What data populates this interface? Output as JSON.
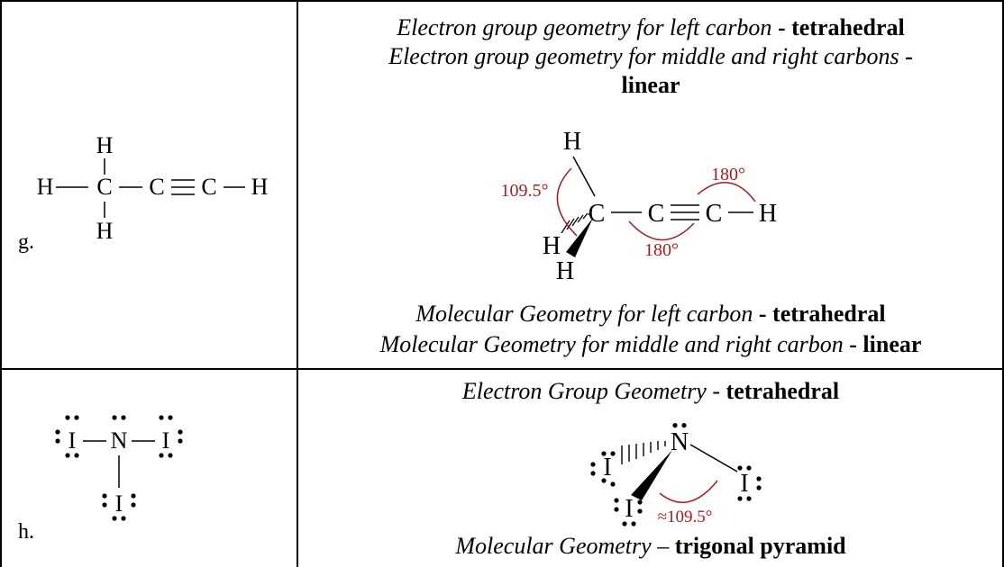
{
  "row_g": {
    "label": "g.",
    "caption_1_italic": "Electron group geometry for left carbon",
    "caption_1_sep": " - ",
    "caption_1_bold": "tetrahedral",
    "caption_2_italic": "Electron group geometry for middle and right carbons",
    "caption_2_sep": " -",
    "caption_3_bold": "linear",
    "caption_4_italic": "Molecular Geometry for left carbon",
    "caption_4_sep": " - ",
    "caption_4_bold": "tetrahedral",
    "caption_5_italic": "Molecular Geometry for middle and right carbon",
    "caption_5_sep": " - ",
    "caption_5_bold": "linear",
    "lewis": {
      "h_top": "H",
      "h_left": "H",
      "c1": "C",
      "c2": "C",
      "c3": "C",
      "h_right": "H",
      "h_bottom": "H"
    },
    "model": {
      "h_up": "H",
      "c_left": "C",
      "c_mid": "C",
      "c_right": "C",
      "h_right": "H",
      "h_wedge": "H",
      "h_dash": "H",
      "angle_tetra": "109.5°",
      "angle_top": "180°",
      "angle_bottom": "180°"
    }
  },
  "row_h": {
    "label": "h.",
    "caption_1_italic": "Electron Group Geometry",
    "caption_1_sep": " - ",
    "caption_1_bold": "tetrahedral",
    "caption_2_italic": "Molecular Geometry",
    "caption_2_sep": " – ",
    "caption_2_bold": "trigonal pyramid",
    "lewis": {
      "i_left": "I",
      "n": "N",
      "i_right": "I",
      "i_bottom": "I"
    },
    "model": {
      "n": "N",
      "i_left": "I",
      "i_right": "I",
      "i_bottom": "I",
      "angle": "≈109.5°"
    }
  },
  "colors": {
    "angle_red": "#a31d21"
  }
}
